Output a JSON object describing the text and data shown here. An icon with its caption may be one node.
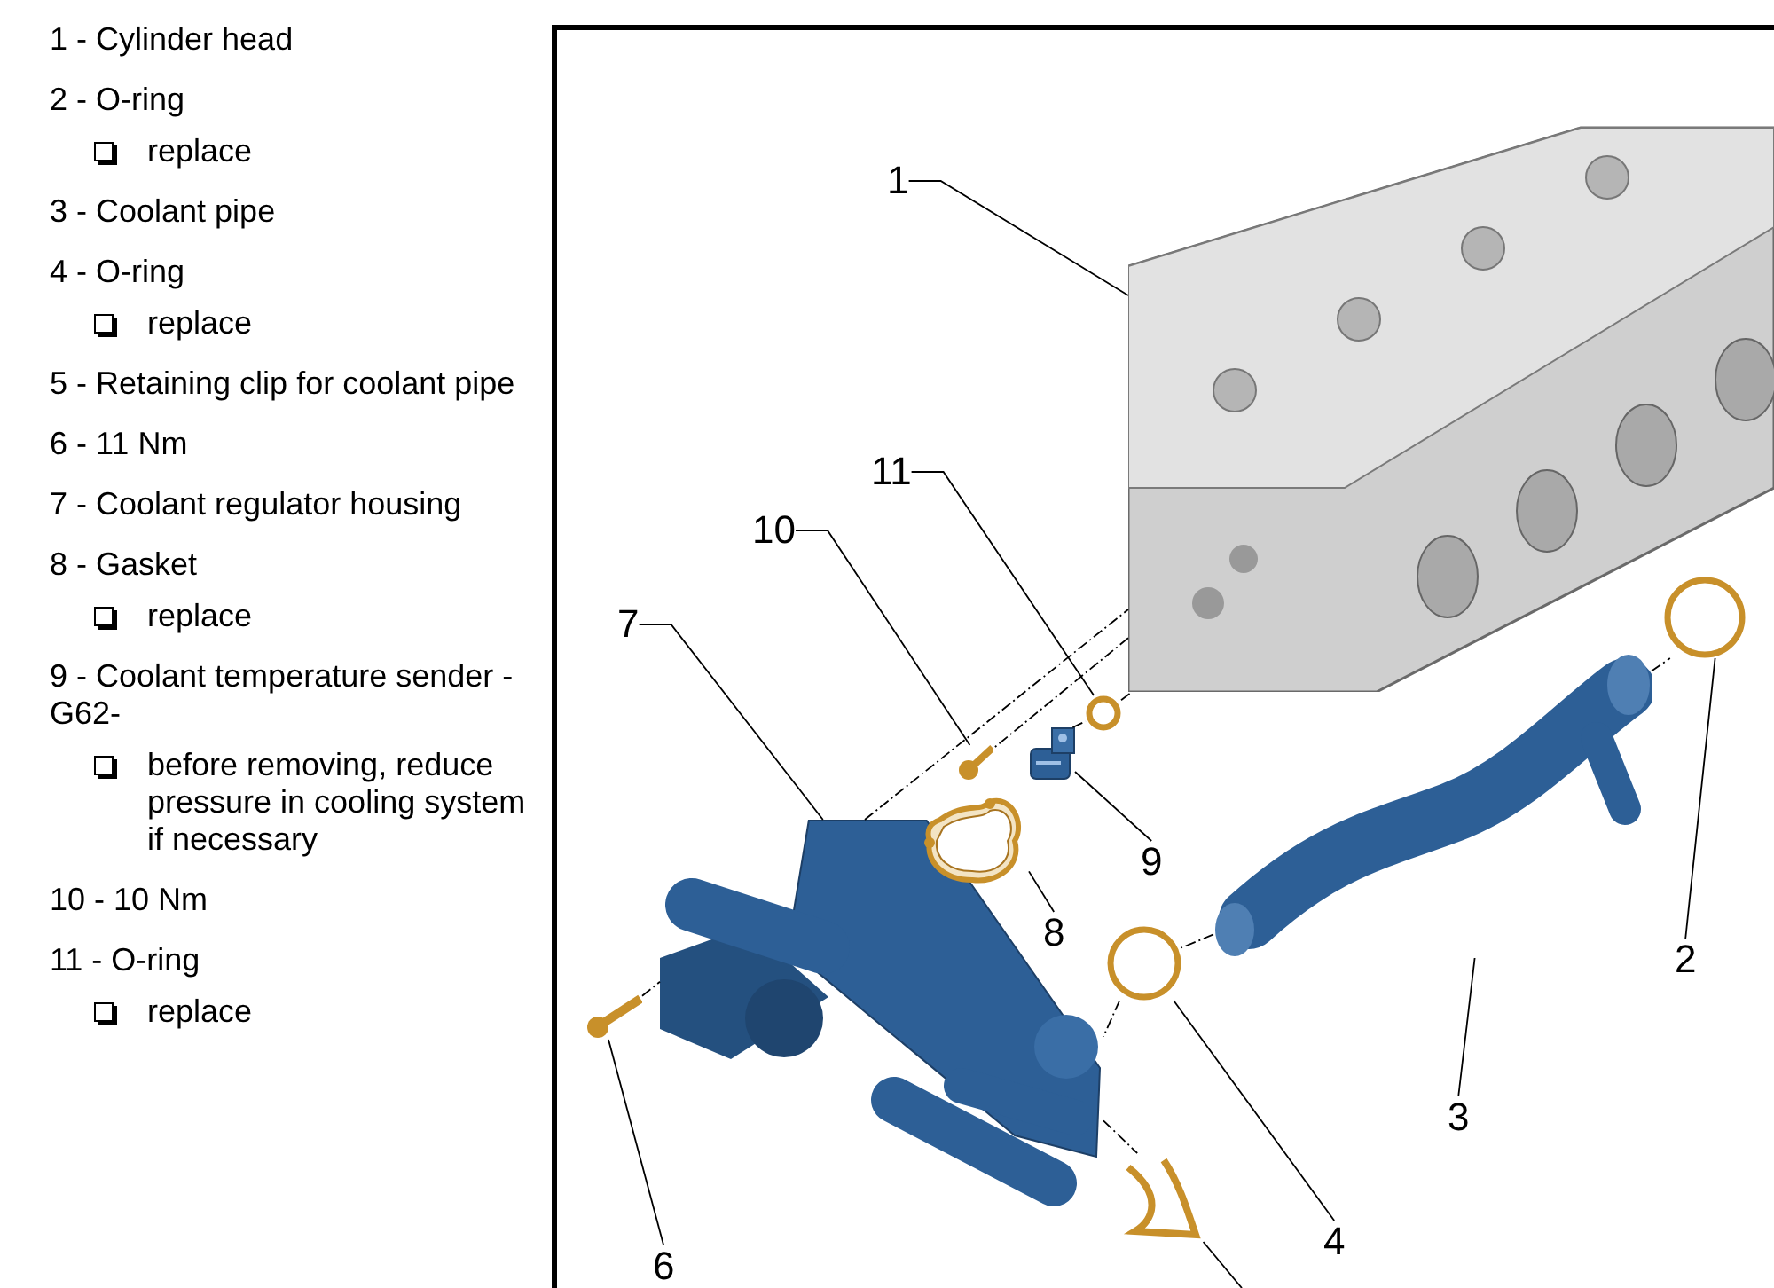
{
  "diagram": {
    "nodes": [
      {
        "text": [
          "1"
        ]
      },
      {
        "text": [
          "2"
        ]
      },
      {
        "text": [
          "3"
        ]
      },
      {
        "text": [
          "4"
        ]
      },
      {
        "text": [
          "6"
        ]
      },
      {
        "text": [
          "7"
        ]
      },
      {
        "text": [
          "8"
        ]
      },
      {
        "text": [
          "9"
        ]
      },
      {
        "text": [
          "10"
        ]
      },
      {
        "text": [
          "11"
        ]
      },
      {
        "text": [],
        "shape": "picture"
      },
      {
        "text": [],
        "shape": "circle"
      },
      {
        "text": [],
        "shape": "picture"
      },
      {
        "text": [],
        "shape": "circle"
      },
      {
        "text": [],
        "shape": "picture"
      },
      {
        "text": [],
        "shape": "picture"
      },
      {
        "text": [],
        "shape": "picture"
      },
      {
        "text": [],
        "shape": "picture"
      },
      {
        "text": [],
        "shape": "picture"
      },
      {
        "text": [],
        "shape": "picture"
      },
      {
        "text": [],
        "shape": "circle"
      }
    ],
    "edges": [
      {
        "from": 0,
        "to": 10,
        "arrow": "none"
      },
      {
        "from": 1,
        "to": 11,
        "arrow": "none"
      },
      {
        "from": 2,
        "to": 12,
        "arrow": "none"
      },
      {
        "from": 3,
        "to": 13,
        "arrow": "none"
      },
      {
        "from": null,
        "to": 14,
        "arrow": "none"
      },
      {
        "from": 4,
        "to": 15,
        "arrow": "none"
      },
      {
        "from": 5,
        "to": 16,
        "arrow": "none"
      },
      {
        "from": 6,
        "to": 17,
        "arrow": "none"
      },
      {
        "from": 7,
        "to": 18,
        "arrow": "none"
      },
      {
        "from": 8,
        "to": 19,
        "arrow": "none"
      },
      {
        "from": 9,
        "to": 20,
        "arrow": "none"
      },
      {
        "from": 15,
        "to": 16,
        "arrow": "none",
        "style": "dashed"
      },
      {
        "from": 16,
        "to": 10,
        "arrow": "none",
        "style": "dashed"
      },
      {
        "from": 10,
        "to": 19,
        "arrow": "none",
        "style": "dashed"
      },
      {
        "from": 18,
        "to": 20,
        "arrow": "none",
        "style": "dashed"
      },
      {
        "from": 20,
        "to": 10,
        "arrow": "none",
        "style": "dashed"
      },
      {
        "from": 12,
        "to": 13,
        "arrow": "none",
        "style": "dashed"
      },
      {
        "from": 12,
        "to": 11,
        "arrow": "none",
        "style": "dashed"
      },
      {
        "from": 13,
        "to": 16,
        "arrow": "none",
        "style": "dashed"
      },
      {
        "from": 16,
        "to": 14,
        "arrow": "none",
        "style": "dashed"
      }
    ],
    "labels": [
      "1 - Cylinder head",
      "2 - O-ring",
      "replace",
      "3 - Coolant pipe",
      "4 - O-ring",
      "replace",
      "5 - Retaining clip for coolant pipe",
      "6 - 11 Nm",
      "7 - Coolant regulator housing",
      "8 - Gasket",
      "replace",
      "9 - Coolant temperature sender -G62-",
      "before removing, reduce pressure in cooling system if necessary",
      "10 - 10 Nm",
      "11 - O-ring",
      "replace"
    ]
  }
}
